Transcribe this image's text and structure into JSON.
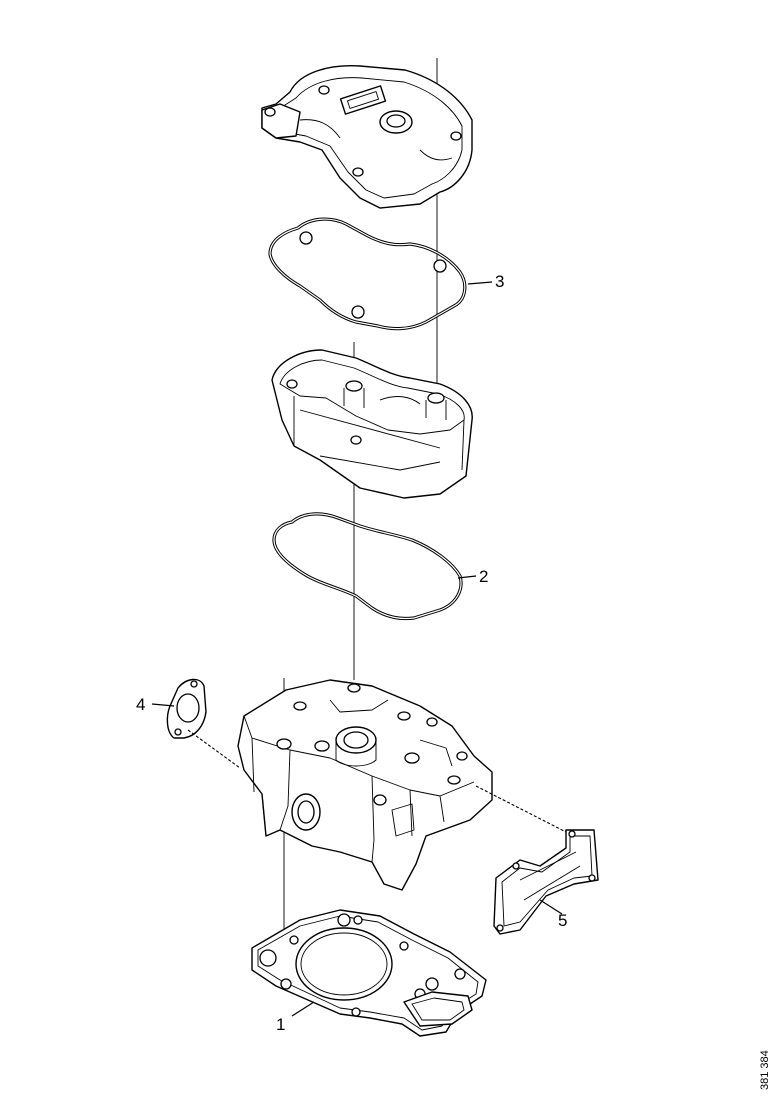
{
  "callouts": {
    "c1": "1",
    "c2": "2",
    "c3": "3",
    "c4": "4",
    "c5": "5"
  },
  "figure_number": "381 384",
  "parts": [
    "valve-cover",
    "valve-cover-gasket",
    "rocker-housing",
    "rocker-housing-gasket",
    "cylinder-head",
    "cylinder-head-gasket",
    "intake-gasket",
    "exhaust-manifold-gasket"
  ]
}
